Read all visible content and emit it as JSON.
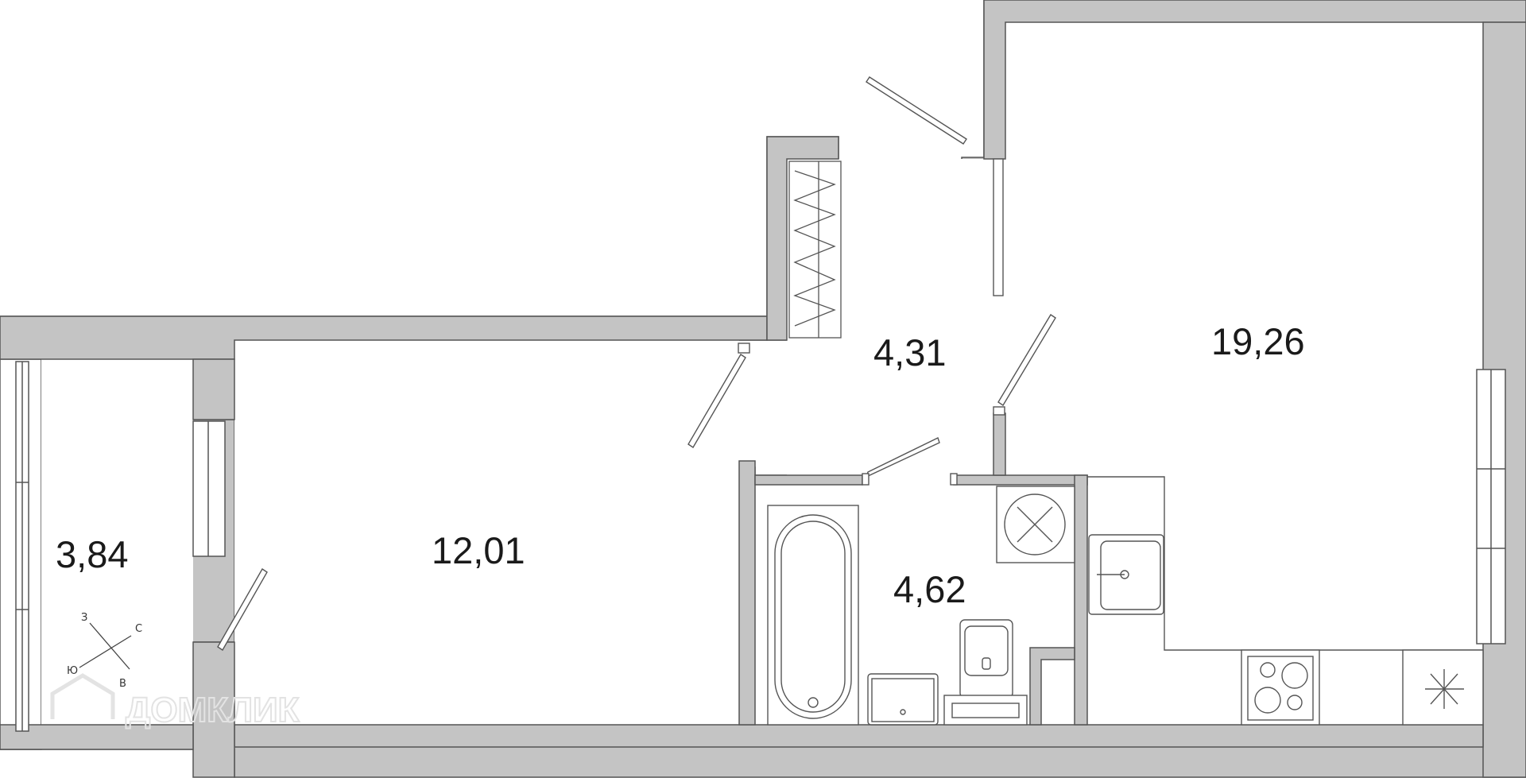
{
  "rooms": [
    {
      "id": "balcony",
      "area": "3,84"
    },
    {
      "id": "bedroom",
      "area": "12,01"
    },
    {
      "id": "hallway",
      "area": "4,31"
    },
    {
      "id": "bathroom",
      "area": "4,62"
    },
    {
      "id": "kitchen-living",
      "area": "19,26"
    }
  ],
  "compass": {
    "north": "С",
    "south": "Ю",
    "east": "В",
    "west": "З"
  },
  "watermark": {
    "text": "ДОМКЛИК"
  },
  "colors": {
    "wall": "#c4c4c4",
    "line": "#555555",
    "background": "#ffffff"
  }
}
